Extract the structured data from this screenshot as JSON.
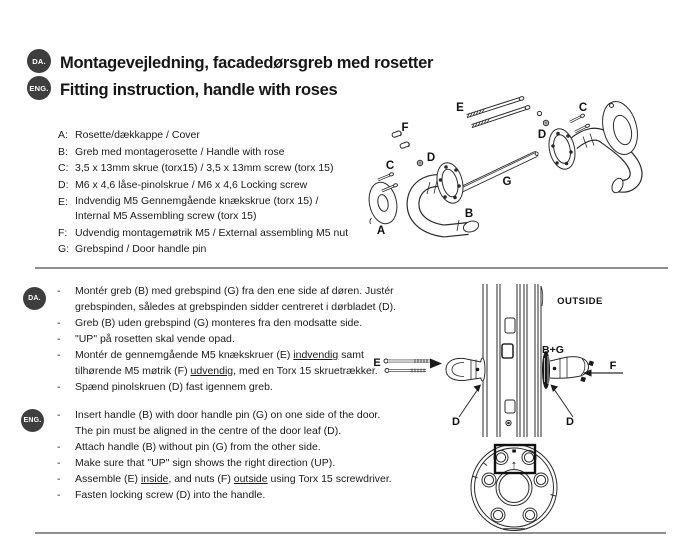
{
  "header": {
    "da_badge": "DA.",
    "eng_badge": "ENG.",
    "title_da": "Montagevejledning, facadedørsgreb med rosetter",
    "title_en": "Fitting instruction, handle with roses",
    "badge_color": "#3e3e3e"
  },
  "parts_list": [
    {
      "key": "A:",
      "lines": [
        "Rosette/dækkappe / Cover"
      ]
    },
    {
      "key": "B:",
      "lines": [
        "Greb med montagerosette / Handle with rose"
      ]
    },
    {
      "key": "C:",
      "lines": [
        "3,5 x 13mm skrue (torx15) / 3,5 x 13mm screw (torx 15)"
      ]
    },
    {
      "key": "D:",
      "lines": [
        "M6 x 4,6 låse-pinolskrue / M6 x 4,6 Locking screw"
      ]
    },
    {
      "key": "E:",
      "lines": [
        "Indvendig M5 Gennemgående knækskrue (torx 15) /",
        "Internal M5 Assembling screw (torx 15)"
      ]
    },
    {
      "key": "F:",
      "lines": [
        "Udvendig montagemøtrik M5 / External assembling M5 nut"
      ]
    },
    {
      "key": "G:",
      "lines": [
        "Grebspind / Door handle pin"
      ]
    }
  ],
  "da_section": {
    "badge": "DA.",
    "bullet_char": "-",
    "bullets": [
      {
        "lines": [
          [
            {
              "t": "Montér greb (B) med grebspind (G) fra den ene side af døren. Justér"
            }
          ],
          [
            {
              "t": "grebspinden, således at grebspinden sidder centreret i dørbladet (D)."
            }
          ]
        ]
      },
      {
        "lines": [
          [
            {
              "t": "Greb (B) uden grebspind (G) monteres fra den modsatte side."
            }
          ]
        ]
      },
      {
        "lines": [
          [
            {
              "t": "\"UP\" på rosetten skal vende opad."
            }
          ]
        ]
      },
      {
        "lines": [
          [
            {
              "t": "Montér de gennemgående M5 knækskruer (E) "
            },
            {
              "t": "indvendig",
              "u": true
            },
            {
              "t": " samt"
            }
          ],
          [
            {
              "t": "tilhørende M5 møtrik (F) "
            },
            {
              "t": "udvendig",
              "u": true
            },
            {
              "t": ", med en Torx 15 skruetrækker."
            }
          ]
        ]
      },
      {
        "lines": [
          [
            {
              "t": "Spænd pinolskruen (D) fast igennem greb."
            }
          ]
        ]
      }
    ]
  },
  "eng_section": {
    "badge": "ENG.",
    "bullet_char": "-",
    "bullets": [
      {
        "lines": [
          [
            {
              "t": "Insert handle (B) with door handle pin (G) on one side of the door."
            }
          ],
          [
            {
              "t": "The pin must be aligned in the centre of the door leaf (D)."
            }
          ]
        ]
      },
      {
        "lines": [
          [
            {
              "t": "Attach handle (B) without pin (G) from the other side."
            }
          ]
        ]
      },
      {
        "lines": [
          [
            {
              "t": "Make sure that \"UP\" sign shows the right direction (UP)."
            }
          ]
        ]
      },
      {
        "lines": [
          [
            {
              "t": "Assemble (E) "
            },
            {
              "t": "inside",
              "u": true
            },
            {
              "t": ", and nuts (F) "
            },
            {
              "t": "outside",
              "u": true
            },
            {
              "t": " using Torx 15 screwdriver."
            }
          ]
        ]
      },
      {
        "lines": [
          [
            {
              "t": "Fasten locking screw (D) into the handle."
            }
          ]
        ]
      }
    ]
  },
  "diagrams": {
    "exploded": {
      "a": "A",
      "b": "B",
      "c_left": "C",
      "c_right": "C",
      "d_left": "D",
      "d_right": "D",
      "e": "E",
      "f": "F",
      "g": "G"
    },
    "door": {
      "outside": "OUTSIDE",
      "handle_pin": "B+G",
      "f": "F",
      "e": "E",
      "d_left": "D",
      "d_right": "D"
    },
    "rose": {
      "up_icon": "↑"
    }
  }
}
